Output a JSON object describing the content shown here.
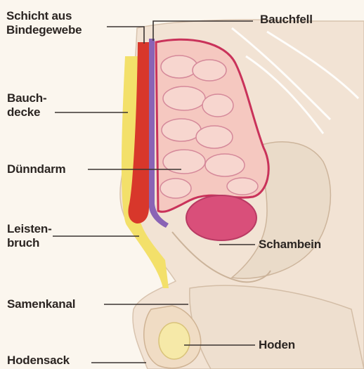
{
  "labels": {
    "schicht": "Schicht aus\nBindegewebe",
    "bauchfell": "Bauchfell",
    "bauchdecke": "Bauch-\ndecke",
    "duenndarm": "Dünndarm",
    "leistenbruch": "Leisten-\nbruch",
    "schambein": "Schambein",
    "samenkanal": "Samenkanal",
    "hoden": "Hoden",
    "hodensack": "Hodensack"
  },
  "colors": {
    "background": "#fbf6ee",
    "skin": "#f2e3d4",
    "intestine": "#f5c8c0",
    "intestine_outline": "#c9325a",
    "fat_layer": "#f3e06a",
    "connective_tissue": "#d8372b",
    "peritoneum": "#8a63b5",
    "bladder": "#d94f7a",
    "label_text": "#2b2522",
    "leader_line": "#3a3330"
  }
}
